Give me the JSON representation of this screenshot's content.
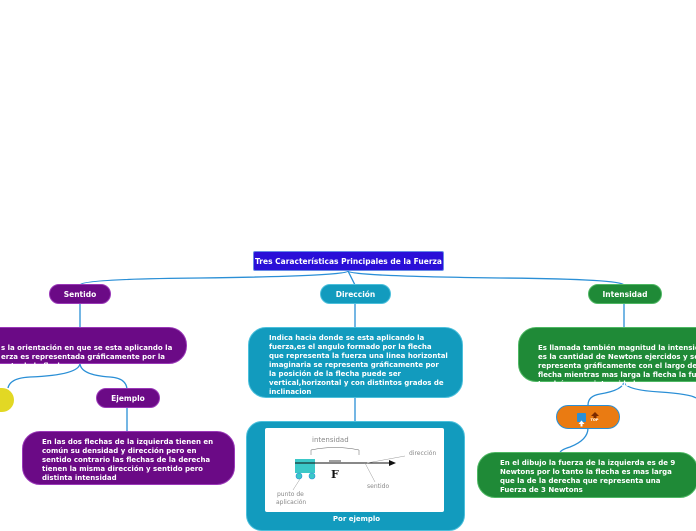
{
  "root": {
    "title": "Tres Características Principales de la Fuerza"
  },
  "branches": {
    "sentido": {
      "label": "Sentido",
      "description": "s la orientación en que se esta aplicando la\nerza es representada gráficamente por la\nunta de la flecha",
      "example_label": "Ejemplo",
      "example_text": "En las dos flechas de la izquierda tienen en común su densidad y dirección pero en sentido contrario las flechas de la derecha tienen la misma dirección y sentido pero distinta intensidad"
    },
    "direccion": {
      "label": "Dirección",
      "description": "Indica hacia donde se esta aplicando la fuerza,es el angulo formado por la flecha que representa  la fuerza una linea horizontal imaginaria se representa gráficamente por la posición  de la flecha puede ser vertical,horizontal y con distintos grados de inclinacion",
      "image_caption": "Por ejemplo",
      "illustration": {
        "intensidad": "intensidad",
        "direccion": "dirección",
        "sentido": "sentido",
        "force_symbol": "F",
        "punto_line1": "punto de",
        "punto_line2": "aplicación"
      }
    },
    "intensidad": {
      "label": "Intensidad",
      "description": "Es llamada también magnitud la intensidad\nes la cantidad de Newtons ejercidos y se\nrepresenta gráficamente con el largo de la\nflecha mientras mas larga la flecha la fuerza\ntendrá mayor intensidad",
      "icon_node": {
        "icon_names": [
          "up-arrow-icon",
          "top-arrow-icon"
        ],
        "icon_text": "TOP"
      },
      "example_text": "En el dibujo la fuerza de la izquierda es de 9 Newtons por lo tanto la flecha es mas larga que la de la derecha que representa una Fuerza de 3 Newtons"
    }
  },
  "colors": {
    "root": "#2a0fd8",
    "sentido": "#6b0a86",
    "direccion": "#129bbe",
    "intensidad": "#1f8a37",
    "connector": "#2a8fd6",
    "icon_node": "#ea7b12",
    "yellow_node": "#e2d824"
  }
}
